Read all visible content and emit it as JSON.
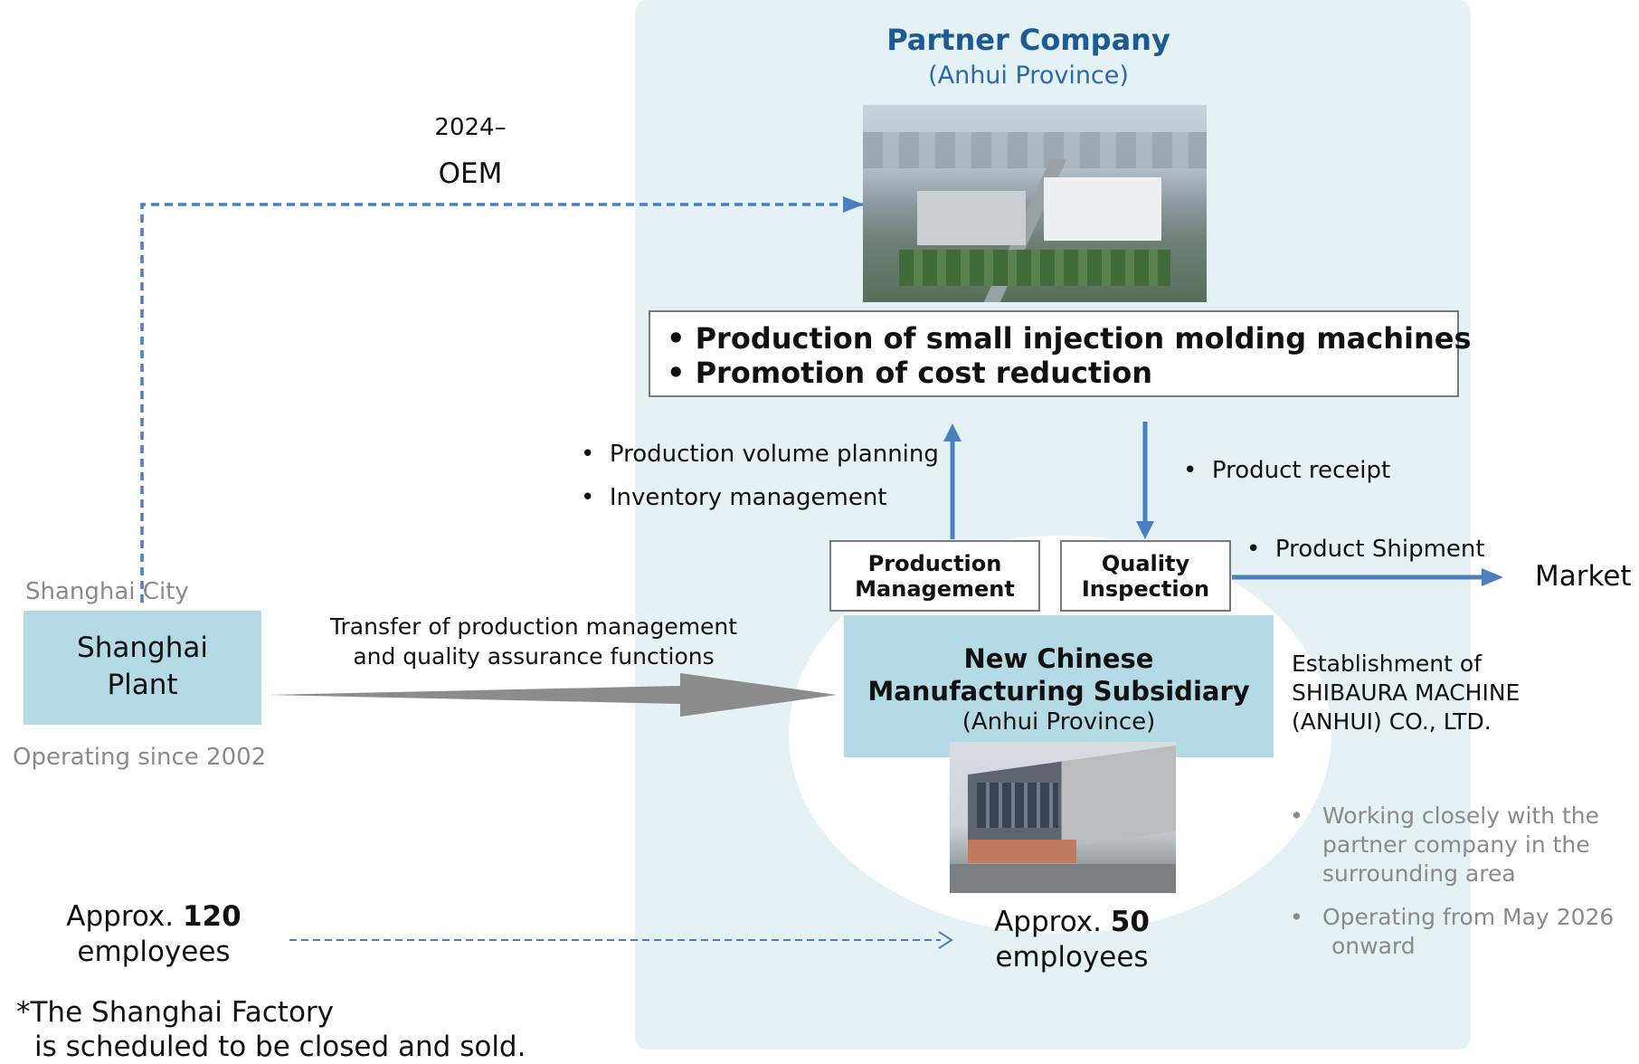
{
  "partner": {
    "title": "Partner Company",
    "subtitle": "(Anhui Province)",
    "tasks": [
      "Production of small injection molding machines",
      "Promotion of cost reduction"
    ]
  },
  "oem": {
    "year": "2024–",
    "label": "OEM"
  },
  "shanghai": {
    "city": "Shanghai City",
    "plant_line1": "Shanghai",
    "plant_line2": "Plant",
    "since": "Operating since 2002",
    "approx": "Approx.",
    "count": "120",
    "employees": "employees",
    "note_line1": "*The Shanghai Factory",
    "note_line2": "is scheduled to be closed and sold."
  },
  "transfer": {
    "line1": "Transfer of production management",
    "line2": "and quality assurance functions"
  },
  "left_bullets": [
    "Production volume planning",
    "Inventory management"
  ],
  "right_bullets": {
    "receipt": "Product receipt",
    "shipment": "Product Shipment"
  },
  "market": "Market",
  "boxes": {
    "prod_mgmt_line1": "Production",
    "prod_mgmt_line2": "Management",
    "quality_line1": "Quality",
    "quality_line2": "Inspection"
  },
  "subsidiary": {
    "line1": "New Chinese",
    "line2": "Manufacturing Subsidiary",
    "line3": "(Anhui Province)",
    "approx": "Approx.",
    "count": "50",
    "employees": "employees"
  },
  "establishment": {
    "line1": "Establishment of",
    "line2": "SHIBAURA MACHINE",
    "line3": "(ANHUI) CO., LTD."
  },
  "notes": {
    "n1_line1": "Working closely with the",
    "n1_line2": "partner company in the",
    "n1_line3": "surrounding area",
    "n2_line1": "Operating from May 2026",
    "n2_line2": "onward"
  },
  "colors": {
    "panel": "#e4f1f5",
    "box_fill": "#b3dae5",
    "arrow_blue": "#4a7fc0",
    "title_blue": "#1c5a94"
  }
}
